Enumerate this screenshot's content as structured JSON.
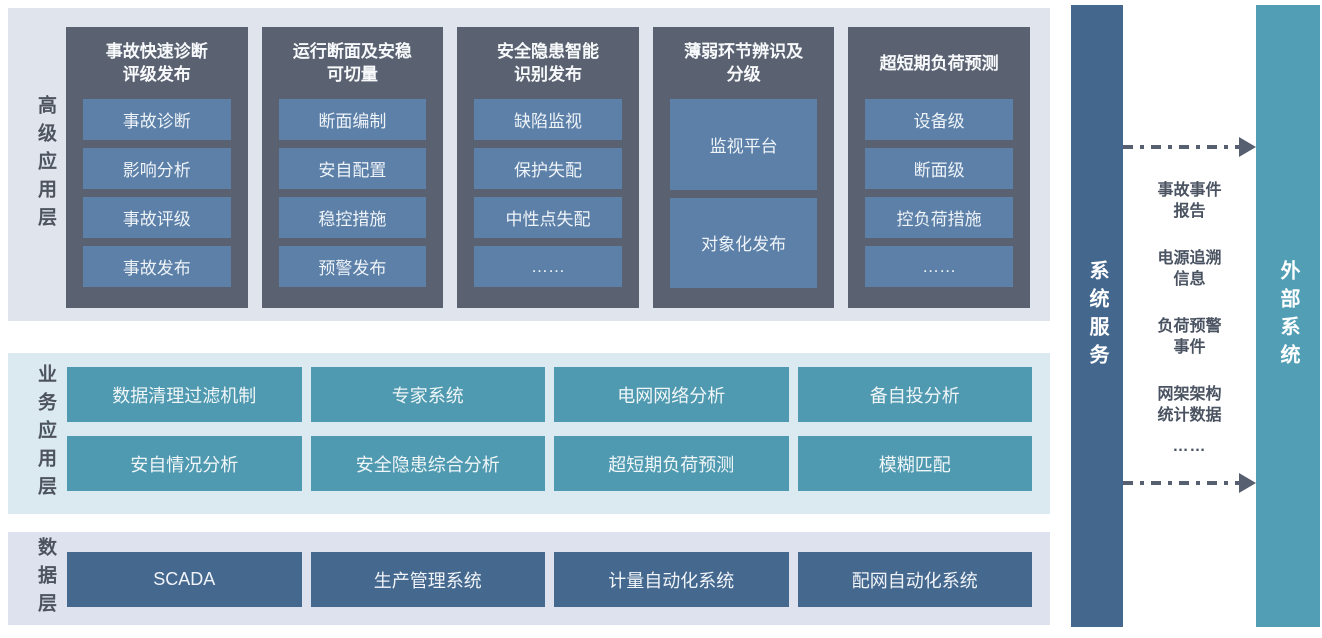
{
  "layers": {
    "advanced": {
      "label": "高级应用层",
      "columns": [
        {
          "title": "事故快速诊断\n评级发布",
          "items": [
            "事故诊断",
            "影响分析",
            "事故评级",
            "事故发布"
          ],
          "tall": false
        },
        {
          "title": "运行断面及安稳\n可切量",
          "items": [
            "断面编制",
            "安自配置",
            "稳控措施",
            "预警发布"
          ],
          "tall": false
        },
        {
          "title": "安全隐患智能\n识别发布",
          "items": [
            "缺陷监视",
            "保护失配",
            "中性点失配",
            "……"
          ],
          "tall": false
        },
        {
          "title": "薄弱环节辨识及\n分级",
          "items": [
            "监视平台",
            "对象化发布"
          ],
          "tall": true
        },
        {
          "title": "超短期负荷预测",
          "items": [
            "设备级",
            "断面级",
            "控负荷措施",
            "……"
          ],
          "tall": false
        }
      ]
    },
    "business": {
      "label": "业务应用层",
      "boxes": [
        "数据清理过滤机制",
        "专家系统",
        "电网网络分析",
        "备自投分析",
        "安自情况分析",
        "安全隐患综合分析",
        "超短期负荷预测",
        "模糊匹配"
      ]
    },
    "data": {
      "label": "数据层",
      "boxes": [
        "SCADA",
        "生产管理系统",
        "计量自动化系统",
        "配网自动化系统"
      ]
    }
  },
  "service_bar": {
    "label": "系统服务"
  },
  "external_bar": {
    "label": "外部系统"
  },
  "exchange": {
    "items": [
      "事故事件\n报告",
      "电源追溯\n信息",
      "负荷预警\n事件",
      "网架架构\n统计数据",
      "……"
    ]
  },
  "colors": {
    "panel_top": "#e0e4ec",
    "panel_mid": "#dbe9f0",
    "panel_data": "#dee2ee",
    "column_dark": "#5a6272",
    "item_steel": "#5c80a8",
    "box_teal": "#4f9ab0",
    "box_data_blue": "#45688f",
    "bar_service": "#44678e",
    "bar_external": "#529eb4",
    "label_text": "#4e545f",
    "arrow": "#566071"
  }
}
